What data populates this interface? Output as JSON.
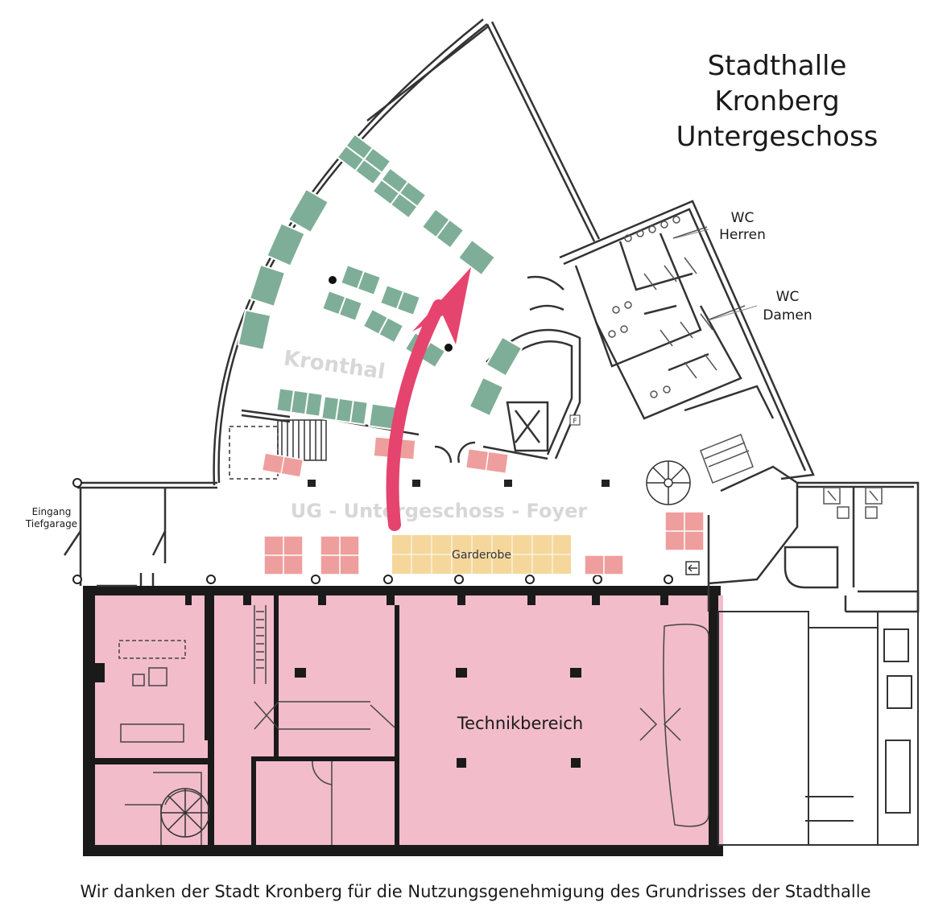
{
  "title": {
    "line1": "Stadthalle",
    "line2": "Kronberg",
    "line3": "Untergeschoss"
  },
  "rooms": {
    "kronthal": "Kronthal",
    "foyer": "UG - Untergeschoss - Foyer",
    "garderobe": "Garderobe",
    "technik": "Technikbereich",
    "wc_herren_1": "WC",
    "wc_herren_2": "Herren",
    "wc_damen_1": "WC",
    "wc_damen_2": "Damen",
    "eingang_1": "Eingang",
    "eingang_2": "Tiefgarage",
    "fire_mark": "F"
  },
  "credit": "Wir danken der Stadt Kronberg für die Nutzungsgenehmigung des Grundrisses der Stadthalle",
  "colors": {
    "table_green": "#7fae98",
    "technik_pink": "#f2bccb",
    "foyer_red": "#ef9e9e",
    "garderobe_yellow": "#f5d79c",
    "arrow_magenta": "#e5446e",
    "wall": "#1a1a1a",
    "label_grey": "#d7d7d7"
  }
}
